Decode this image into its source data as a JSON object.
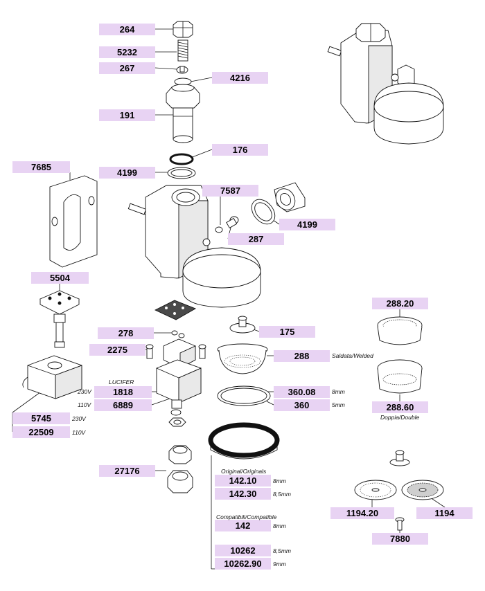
{
  "parts": [
    {
      "id": "264",
      "code": "264"
    },
    {
      "id": "5232",
      "code": "5232"
    },
    {
      "id": "267",
      "code": "267"
    },
    {
      "id": "4216",
      "code": "4216"
    },
    {
      "id": "191",
      "code": "191"
    },
    {
      "id": "176",
      "code": "176"
    },
    {
      "id": "4199a",
      "code": "4199"
    },
    {
      "id": "7685",
      "code": "7685"
    },
    {
      "id": "7587",
      "code": "7587"
    },
    {
      "id": "4199b",
      "code": "4199"
    },
    {
      "id": "287",
      "code": "287"
    },
    {
      "id": "5504",
      "code": "5504"
    },
    {
      "id": "278",
      "code": "278"
    },
    {
      "id": "175",
      "code": "175"
    },
    {
      "id": "2275",
      "code": "2275"
    },
    {
      "id": "288",
      "code": "288"
    },
    {
      "id": "1818",
      "code": "1818"
    },
    {
      "id": "6889",
      "code": "6889"
    },
    {
      "id": "360.08",
      "code": "360.08"
    },
    {
      "id": "360",
      "code": "360"
    },
    {
      "id": "5745",
      "code": "5745"
    },
    {
      "id": "22509",
      "code": "22509"
    },
    {
      "id": "27176",
      "code": "27176"
    },
    {
      "id": "142.10",
      "code": "142.10"
    },
    {
      "id": "142.30",
      "code": "142.30"
    },
    {
      "id": "142",
      "code": "142"
    },
    {
      "id": "10262",
      "code": "10262"
    },
    {
      "id": "10262.90",
      "code": "10262.90"
    },
    {
      "id": "288.20",
      "code": "288.20"
    },
    {
      "id": "288.60",
      "code": "288.60"
    },
    {
      "id": "1194.20",
      "code": "1194.20"
    },
    {
      "id": "1194",
      "code": "1194"
    },
    {
      "id": "7880",
      "code": "7880"
    }
  ],
  "notes": {
    "lucifer": "LUCIFER",
    "v230_a": "230V",
    "v110_a": "110V",
    "v230_b": "230V",
    "v110_b": "110V",
    "saldata": "Saldata/Welded",
    "mm8_a": "8mm",
    "mm5": "5mm",
    "doppia": "Doppia/Double",
    "originali": "Original/Originals",
    "mm8_b": "8mm",
    "mm85_a": "8,5mm",
    "compatibili": "Compatibili/Compatible",
    "mm8_c": "8mm",
    "mm85_b": "8,5mm",
    "mm9": "9mm"
  },
  "colors": {
    "label_bg": "#e8d3f3",
    "line": "#111111"
  }
}
